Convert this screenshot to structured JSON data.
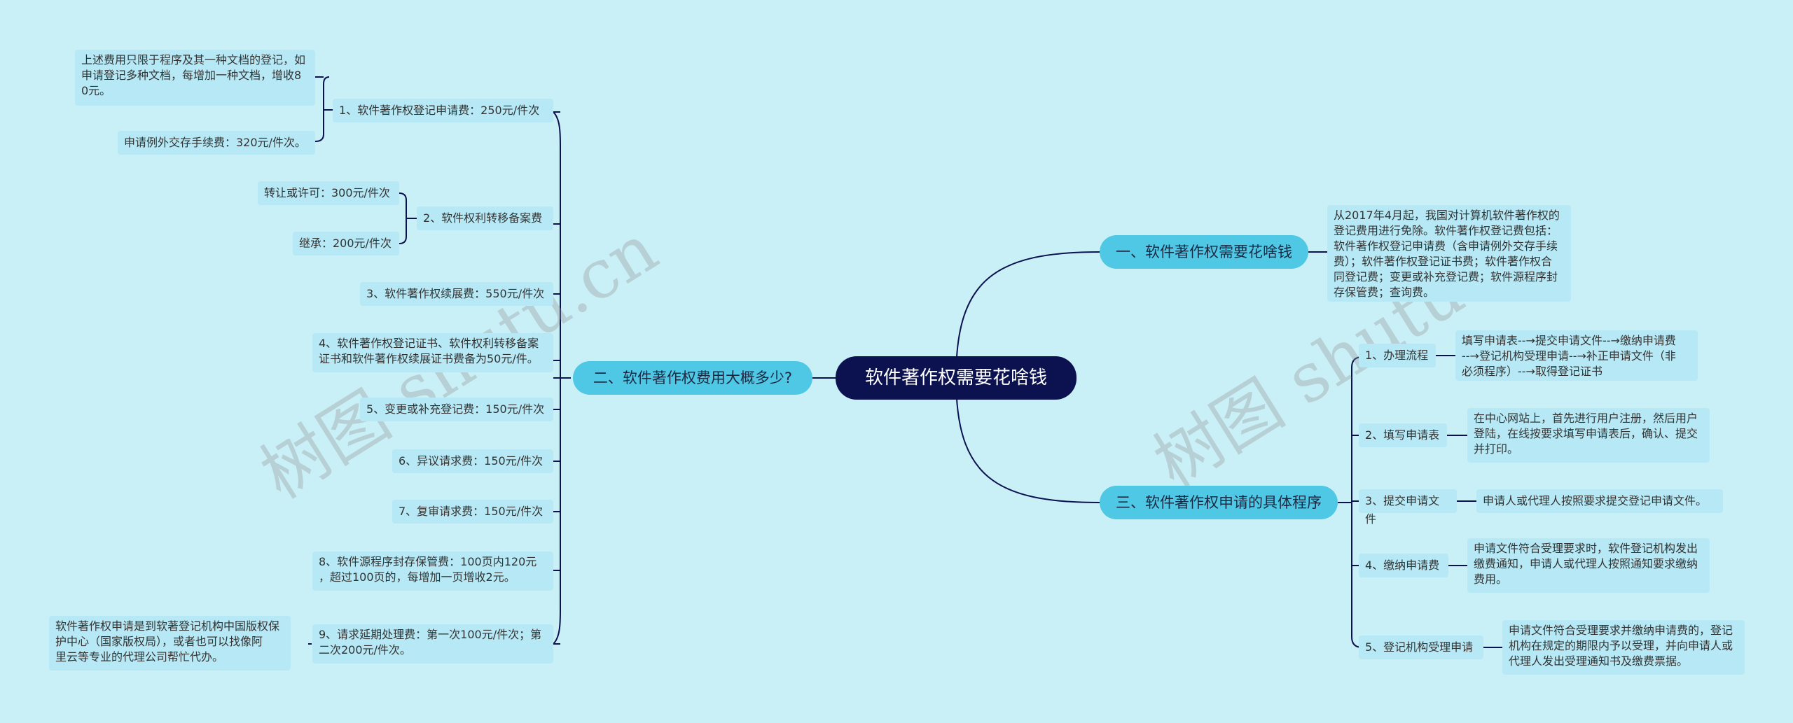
{
  "root": "软件著作权需要花啥钱",
  "branches": {
    "fees": "二、软件著作权费用大概多少?",
    "cost": "一、软件著作权需要花啥钱",
    "procedure": "三、软件著作权申请的具体程序"
  },
  "fees": {
    "item1": "1、软件著作权登记申请费：250元/件次",
    "item1_note1": "上述费用只限于程序及其一种文档的登记，如\n申请登记多种文档，每增加一种文档，增收8\n0元。",
    "item1_note2": "申请例外交存手续费：320元/件次。",
    "item2": "2、软件权利转移备案费",
    "item2_sub1": "转让或许可：300元/件次",
    "item2_sub2": "继承：200元/件次",
    "item3": "3、软件著作权续展费：550元/件次",
    "item4": "4、软件著作权登记证书、软件权利转移备案\n证书和软件著作权续展证书费备为50元/件。",
    "item5": "5、变更或补充登记费：150元/件次",
    "item6": "6、异议请求费：150元/件次",
    "item7": "7、复审请求费：150元/件次",
    "item8": "8、软件源程序封存保管费：100页内120元\n，超过100页的，每增加一页增收2元。",
    "item9": "9、请求延期处理费：第一次100元/件次；第\n二次200元/件次。",
    "item9_note": "软件著作权申请是到软著登记机构中国版权保\n护中心（国家版权局），或者也可以找像阿\n里云等专业的代理公司帮忙代办。"
  },
  "cost": {
    "detail": "从2017年4月起，我国对计算机软件著作权的\n登记费用进行免除。软件著作权登记费包括：\n软件著作权登记申请费（含申请例外交存手续\n费）；软件著作权登记证书费；软件著作权合\n同登记费；变更或补充登记费；软件源程序封\n存保管费；查询费。"
  },
  "procedure": {
    "step1": "1、办理流程",
    "step1_detail": "填写申请表--→提交申请文件--→缴纳申请费\n--→登记机构受理申请--→补正申请文件（非\n必须程序）--→取得登记证书",
    "step2": "2、填写申请表",
    "step2_detail": "在中心网站上，首先进行用户注册，然后用户\n登陆，在线按要求填写申请表后，确认、提交\n并打印。",
    "step3": "3、提交申请文件",
    "step3_detail": "申请人或代理人按照要求提交登记申请文件。",
    "step4": "4、缴纳申请费",
    "step4_detail": "申请文件符合受理要求时，软件登记机构发出\n缴费通知，申请人或代理人按照通知要求缴纳\n费用。",
    "step5": "5、登记机构受理申请",
    "step5_detail": "申请文件符合受理要求并缴纳申请费的，登记\n机构在规定的期限内予以受理，并向申请人或\n代理人发出受理通知书及缴费票据。"
  },
  "watermarks": [
    "树图 shutu.cn",
    "树图 shutu.c"
  ],
  "colors": {
    "background": "#c9f0f7",
    "root": "#0c1150",
    "branch": "#4ec8e4",
    "leaf": "#b6e9f5",
    "line": "#0c1150"
  }
}
